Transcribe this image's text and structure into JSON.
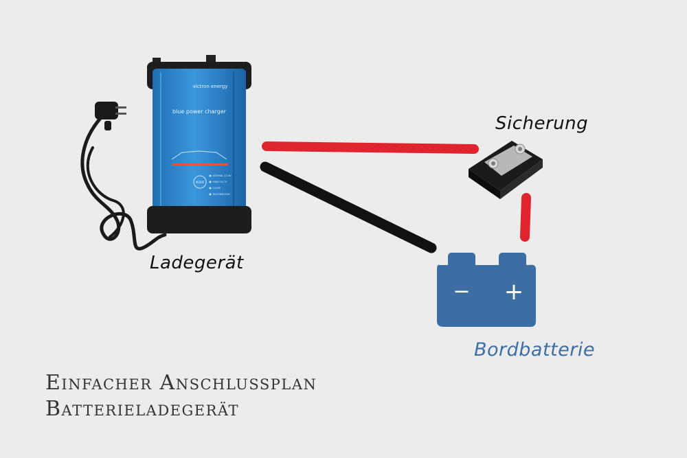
{
  "labels": {
    "charger": "Ladegerät",
    "fuse": "Sicherung",
    "battery": "Bordbatterie"
  },
  "title": {
    "line1": "Einfacher Anschlussplan",
    "line2": "Batterieladegerät"
  },
  "charger_device": {
    "brand": "victron energy",
    "model": "blue power charger",
    "mode_button": "MODE",
    "status_items": [
      "NORMAL 14.4V",
      "HIGH 14.7V",
      "Li-ION",
      "RECONDITION"
    ]
  },
  "battery_symbols": {
    "negative": "−",
    "positive": "+"
  },
  "colors": {
    "background": "#ececec",
    "positive_wire": "#e0242f",
    "negative_wire": "#111111",
    "battery": "#3c6da3",
    "charger_body": "#2c83c9",
    "label_text": "#111111",
    "battery_label": "#3c6da3"
  },
  "icons": [
    "power-plug-icon",
    "charger-icon",
    "fuse-icon",
    "battery-icon"
  ]
}
